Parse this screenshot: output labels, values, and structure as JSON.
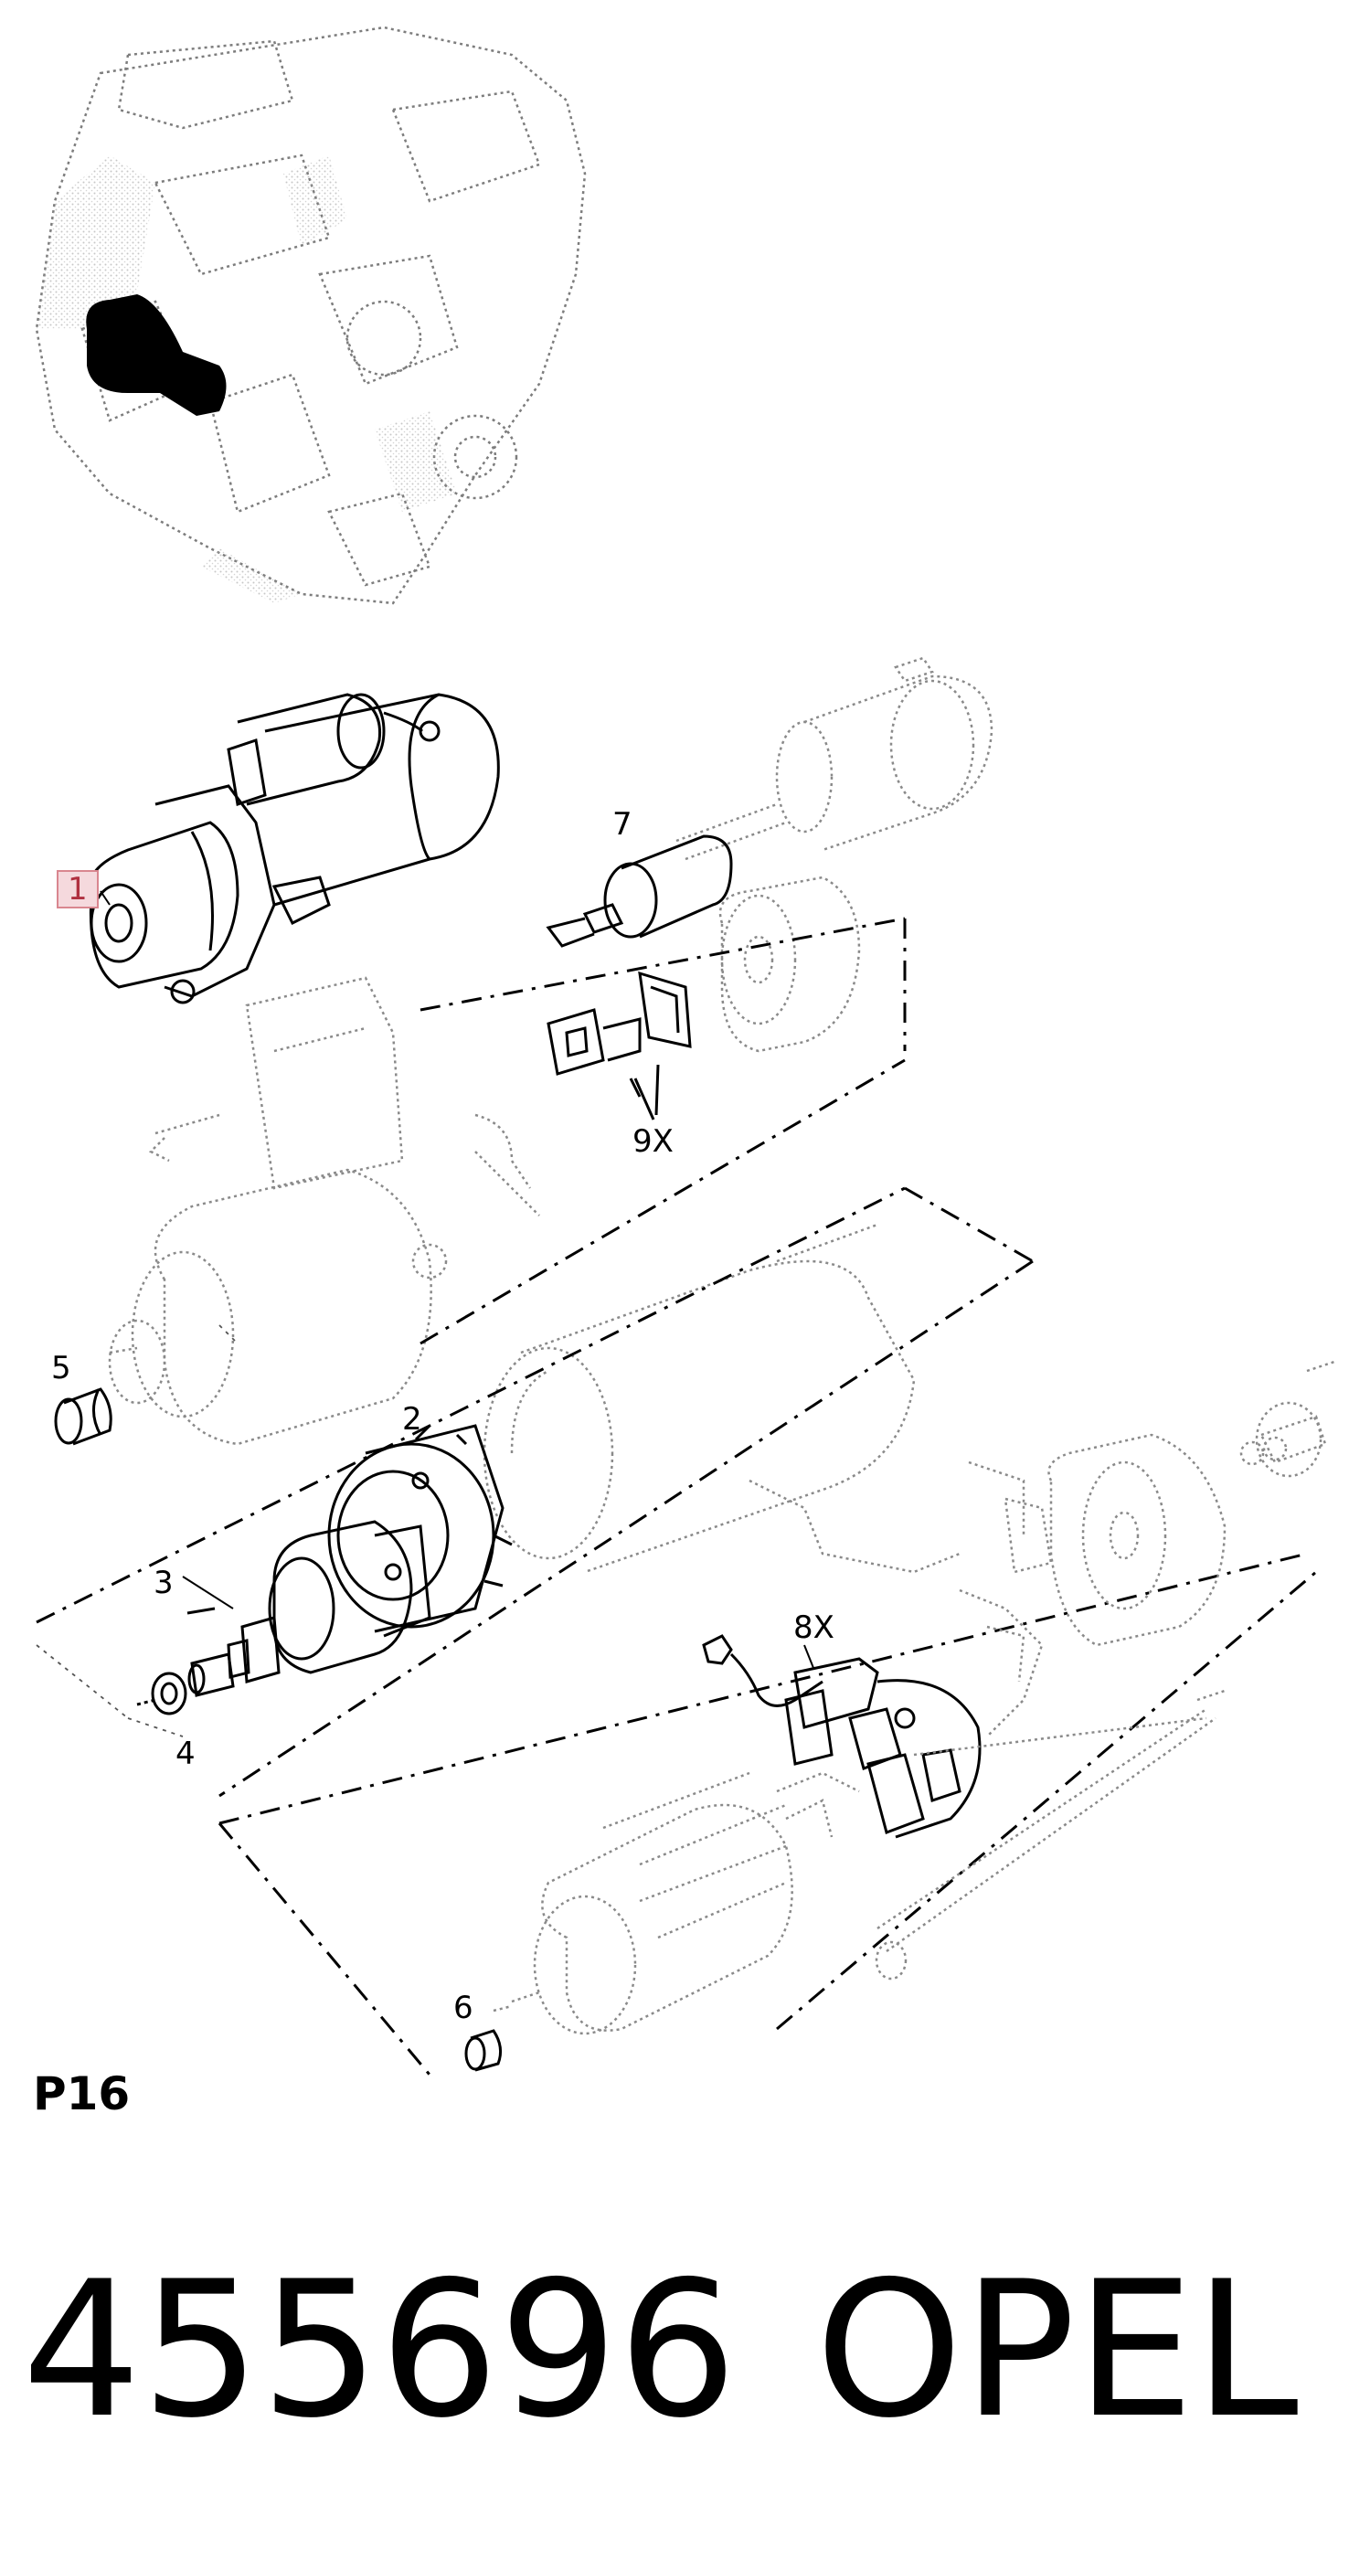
{
  "callouts": {
    "c1": "1",
    "c2": "2",
    "c3": "3",
    "c4": "4",
    "c5": "5",
    "c6": "6",
    "c7": "7",
    "c8": "8X",
    "c9": "9X"
  },
  "page_code": "P16",
  "footer": {
    "part_number": "455696",
    "brand": "OPEL"
  },
  "colors": {
    "ink": "#000000",
    "ghost": "#8a8a8a",
    "highlight_fill": "#f5d9dd",
    "highlight_border": "#d9868f"
  }
}
